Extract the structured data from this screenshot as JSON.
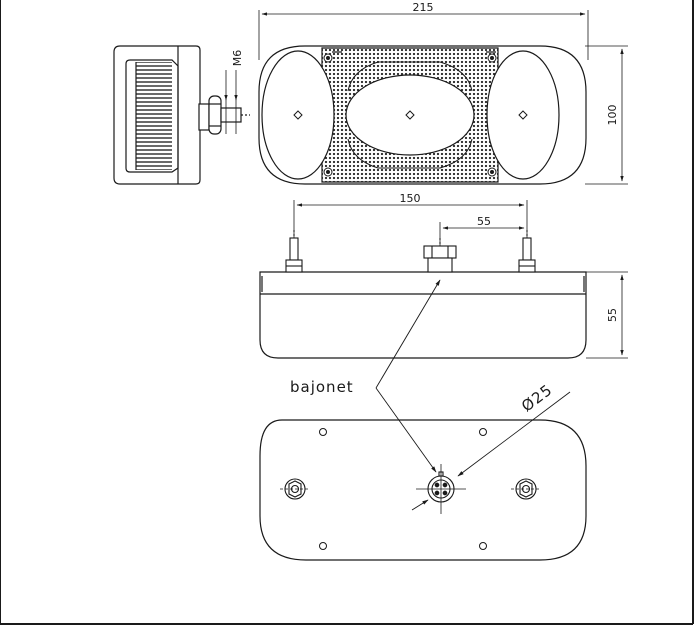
{
  "drawing": {
    "dimensions": {
      "overall_width": "215",
      "height": "100",
      "bolt_spacing": "150",
      "offset": "55",
      "depth": "55",
      "thread": "M6",
      "connector_diameter": "Ø25"
    },
    "callouts": {
      "connector_type": "bajonet"
    }
  },
  "colors": {
    "line": "#1a1a1a",
    "hatch": "#2a2a2a",
    "background": "#ffffff"
  }
}
